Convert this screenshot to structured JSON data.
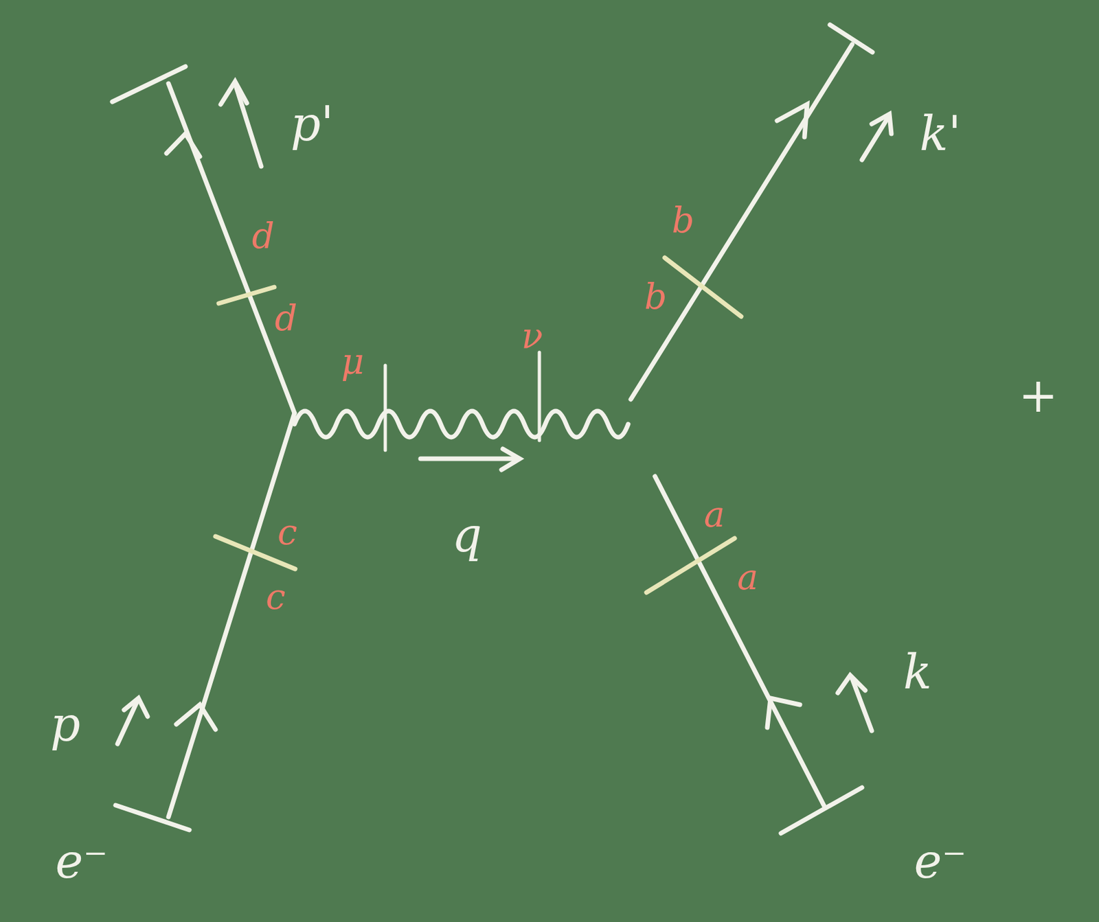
{
  "diagram": {
    "labels": [
      "p'",
      "k'",
      "p",
      "k",
      "e⁻",
      "e⁻",
      "d",
      "d",
      "μ",
      "ν",
      "b",
      "b",
      "c",
      "c",
      "a",
      "a",
      "q",
      "+"
    ]
  }
}
